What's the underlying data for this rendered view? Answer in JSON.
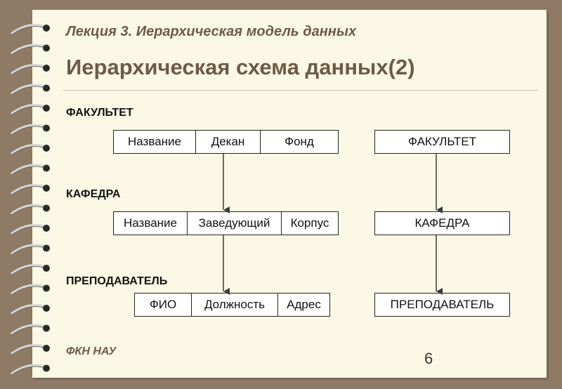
{
  "header": {
    "lecture": "Лекция 3. Иерархическая модель данных",
    "title": "Иерархическая схема данных(2)"
  },
  "levels": [
    {
      "label": "ФАКУЛЬТЕТ",
      "fields": [
        "Название",
        "Декан",
        "Фонд"
      ]
    },
    {
      "label": "КАФЕДРА",
      "fields": [
        "Название",
        "Заведующий",
        "Корпус"
      ]
    },
    {
      "label": "ПРЕПОДАВАТЕЛЬ",
      "fields": [
        "ФИО",
        "Должность",
        "Адрес"
      ]
    }
  ],
  "tree": [
    "ФАКУЛЬТЕТ",
    "КАФЕДРА",
    "ПРЕПОДАВАТЕЛЬ"
  ],
  "footer": {
    "org": "ФКН НАУ",
    "page": "6"
  },
  "colors": {
    "background": "#8f7a66",
    "page": "#fbf9e5",
    "accent": "#6e5a46",
    "arrow": "#3a3a3a"
  }
}
